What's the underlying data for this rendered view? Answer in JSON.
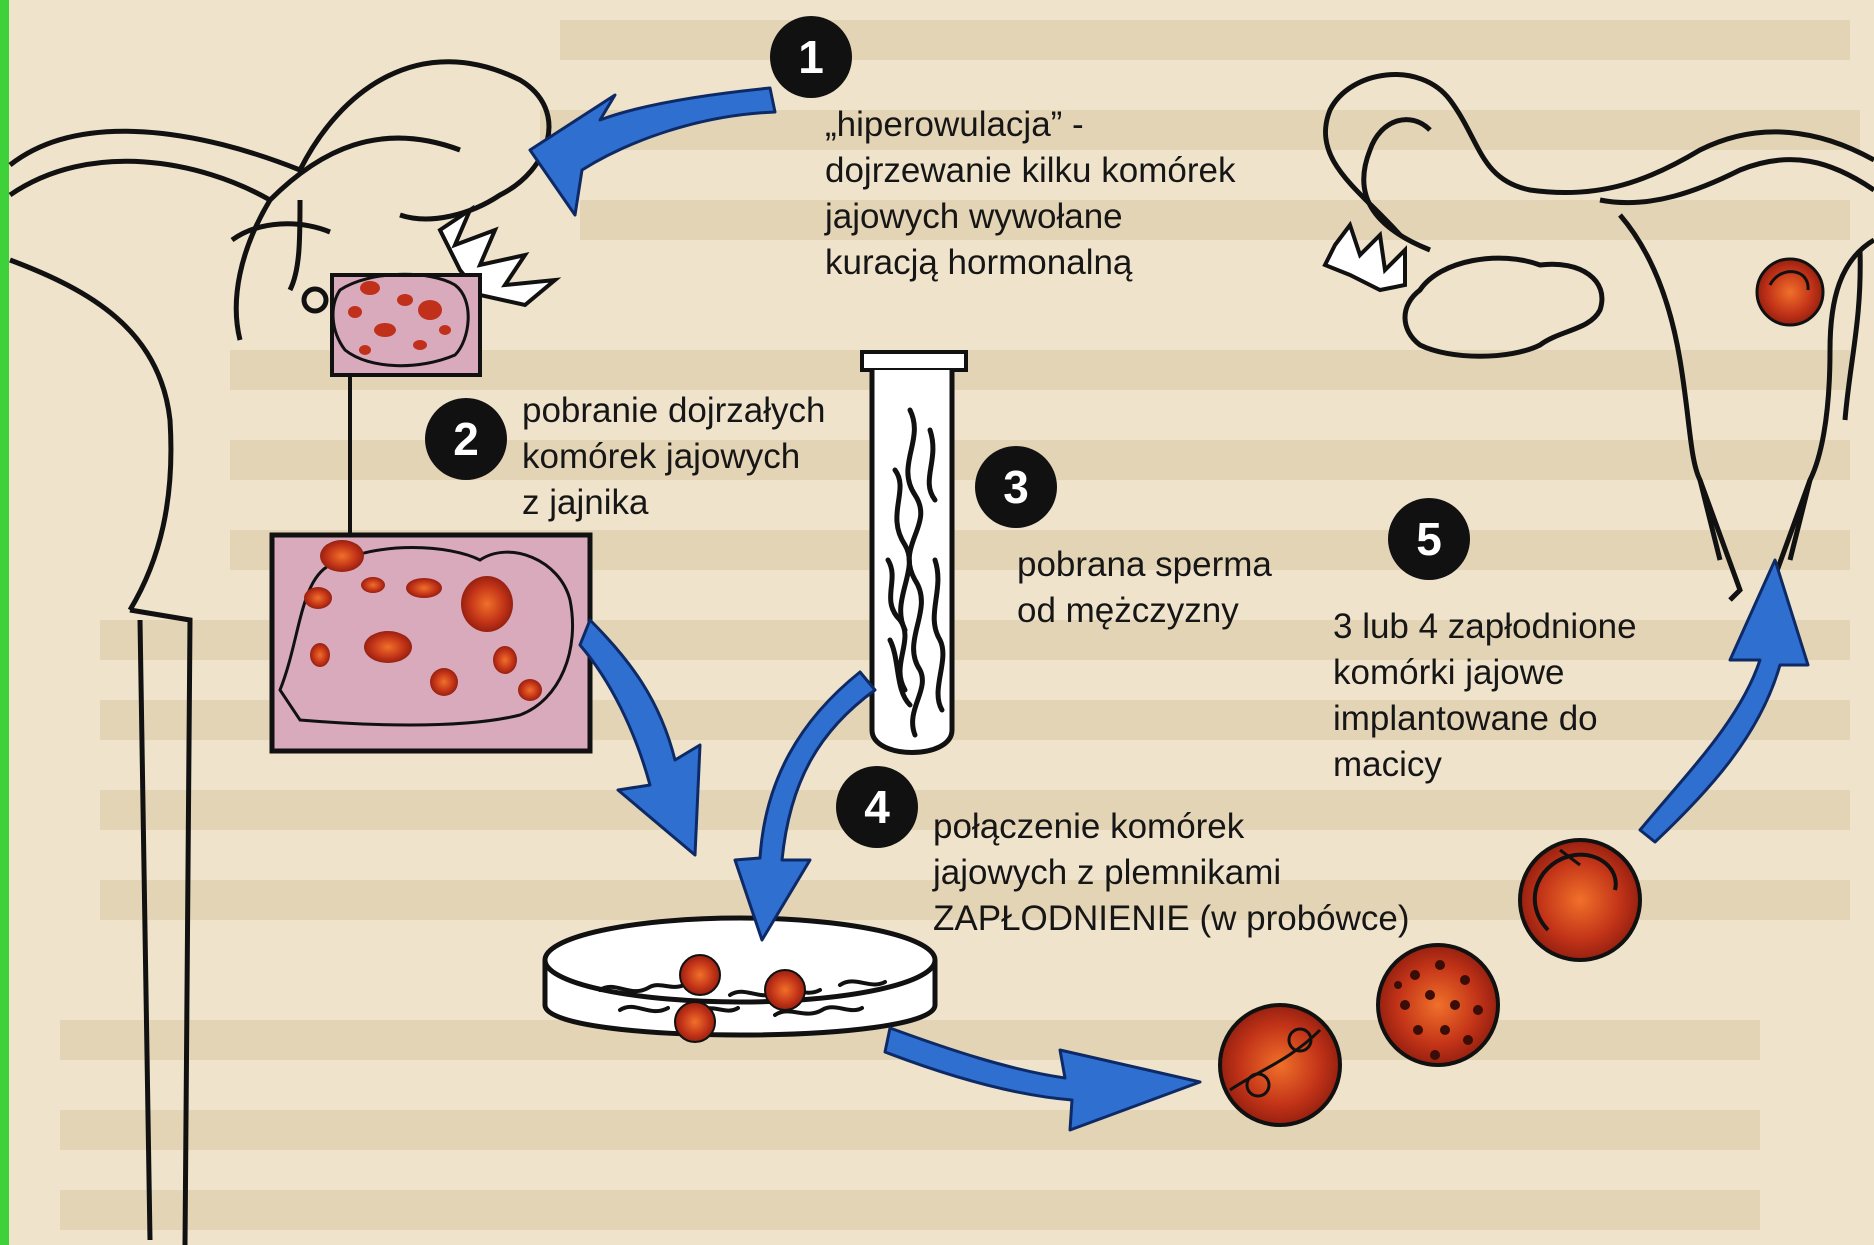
{
  "steps": [
    {
      "number": "1",
      "lines": [
        "„hiperowulacja” -",
        "dojrzewanie kilku komórek",
        "jajowych wywołane",
        "kuracją hormonalną"
      ]
    },
    {
      "number": "2",
      "lines": [
        "pobranie dojrzałych",
        "komórek jajowych",
        "z jajnika"
      ]
    },
    {
      "number": "3",
      "lines": [
        "pobrana sperma",
        "od mężczyzny"
      ]
    },
    {
      "number": "4",
      "lines": [
        "połączenie komórek",
        "jajowych z plemnikami",
        "ZAPŁODNIENIE (w probówce)"
      ]
    },
    {
      "number": "5",
      "lines": [
        "3 lub 4 zapłodnione",
        "komórki jajowe",
        "implantowane do",
        "macicy"
      ]
    }
  ],
  "colors": {
    "background": "#efe3cb",
    "arrow": "#2f6fd0",
    "arrow_outline": "#0e2a66",
    "egg": "#c0301a",
    "ovary_fill": "#d8aabb",
    "edge_strip": "#3fd13a"
  }
}
